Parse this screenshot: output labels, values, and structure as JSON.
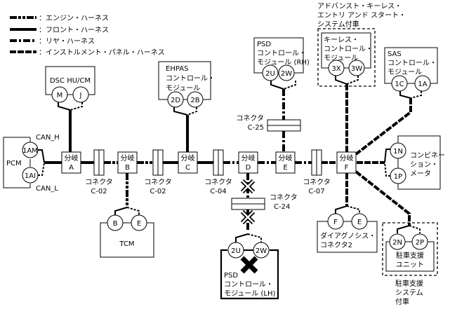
{
  "legend": [
    {
      "style": "engine",
      "label": "：エンジン・ハーネス"
    },
    {
      "style": "front",
      "label": "：フロント・ハーネス"
    },
    {
      "style": "rear",
      "label": "：リヤ・ハーネス"
    },
    {
      "style": "inst",
      "label": "：インストルメント・パネル・ハーネス"
    }
  ],
  "modules": {
    "pcm": {
      "name": "PCM",
      "pins": [
        "1AM",
        "1AI"
      ],
      "can_h": "CAN_H",
      "can_l": "CAN_L"
    },
    "dsc": {
      "name": "DSC HU/CM",
      "pins": [
        "M",
        "J"
      ]
    },
    "tcm": {
      "name": "TCM",
      "pins": [
        "B",
        "E"
      ]
    },
    "ehpas": {
      "lines": [
        "EHPAS",
        "コントロール・",
        "モジュール"
      ],
      "pins": [
        "2D",
        "2B"
      ]
    },
    "psd_rh": {
      "lines": [
        "PSD",
        "コントロール・",
        "モジュール (RH)"
      ],
      "pins": [
        "2U",
        "2W"
      ]
    },
    "keyless": {
      "lines": [
        "キーレス・",
        "コントロール・",
        "モジュール"
      ],
      "pins": [
        "3X",
        "3W"
      ],
      "option_lines": [
        "アドバンスト・キーレス・",
        "エントリ アンド スタート・",
        "システム付車"
      ]
    },
    "sas": {
      "lines": [
        "SAS",
        "コントロール・",
        "モジュール"
      ],
      "pins": [
        "1C",
        "1A"
      ]
    },
    "combi": {
      "lines": [
        "コンビネー",
        "ション・",
        "メータ"
      ],
      "pins": [
        "1N",
        "1P"
      ]
    },
    "diag": {
      "lines": [
        "ダイアグノシス・",
        "コネクタ2"
      ],
      "pins": [
        "F",
        "E"
      ]
    },
    "park": {
      "lines": [
        "駐車支援",
        "ユニット"
      ],
      "pins": [
        "2N",
        "2P"
      ],
      "option_lines": [
        "駐車支援",
        "システム",
        "付車"
      ]
    },
    "psd_lh": {
      "lines": [
        "PSD",
        "コントロール・",
        "モジュール (LH)"
      ],
      "pins": [
        "2U",
        "2W"
      ],
      "status": "fault"
    }
  },
  "branches": [
    {
      "id": "A",
      "label": "分岐",
      "letter": "A"
    },
    {
      "id": "B",
      "label": "分岐",
      "letter": "B"
    },
    {
      "id": "C",
      "label": "分岐",
      "letter": "C"
    },
    {
      "id": "D",
      "label": "分岐",
      "letter": "D"
    },
    {
      "id": "E",
      "label": "分岐",
      "letter": "E"
    },
    {
      "id": "F",
      "label": "分岐",
      "letter": "F"
    }
  ],
  "connectors": [
    {
      "label": "コネクタ",
      "code": "C-02"
    },
    {
      "label": "コネクタ",
      "code": "C-02"
    },
    {
      "label": "コネクタ",
      "code": "C-04"
    },
    {
      "label": "コネクタ",
      "code": "C-07"
    },
    {
      "label": "コネクタ",
      "code": "C-25"
    },
    {
      "label": "コネクタ",
      "code": "C-24"
    }
  ]
}
